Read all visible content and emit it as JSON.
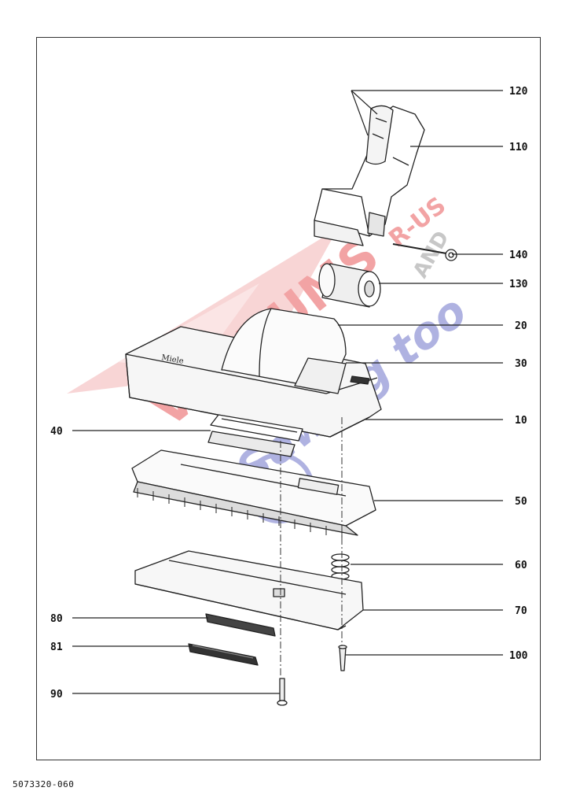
{
  "diagram": {
    "parts": [
      {
        "id": "p120",
        "label": "120"
      },
      {
        "id": "p110",
        "label": "110"
      },
      {
        "id": "p140",
        "label": "140"
      },
      {
        "id": "p130",
        "label": "130"
      },
      {
        "id": "p20",
        "label": "20"
      },
      {
        "id": "p30",
        "label": "30"
      },
      {
        "id": "p10",
        "label": "10"
      },
      {
        "id": "p40",
        "label": "40"
      },
      {
        "id": "p50",
        "label": "50"
      },
      {
        "id": "p60",
        "label": "60"
      },
      {
        "id": "p70",
        "label": "70"
      },
      {
        "id": "p80",
        "label": "80"
      },
      {
        "id": "p81",
        "label": "81"
      },
      {
        "id": "p100",
        "label": "100"
      },
      {
        "id": "p90",
        "label": "90"
      }
    ],
    "brand_marking": "Miele",
    "document_number": "5073320-060"
  },
  "watermark": {
    "line1": "VACUUMS",
    "line2": "R-US",
    "line3": "AND",
    "line4": "Sewing too",
    "colors": {
      "red": "#e8585a",
      "blue": "#6f74c9"
    }
  }
}
